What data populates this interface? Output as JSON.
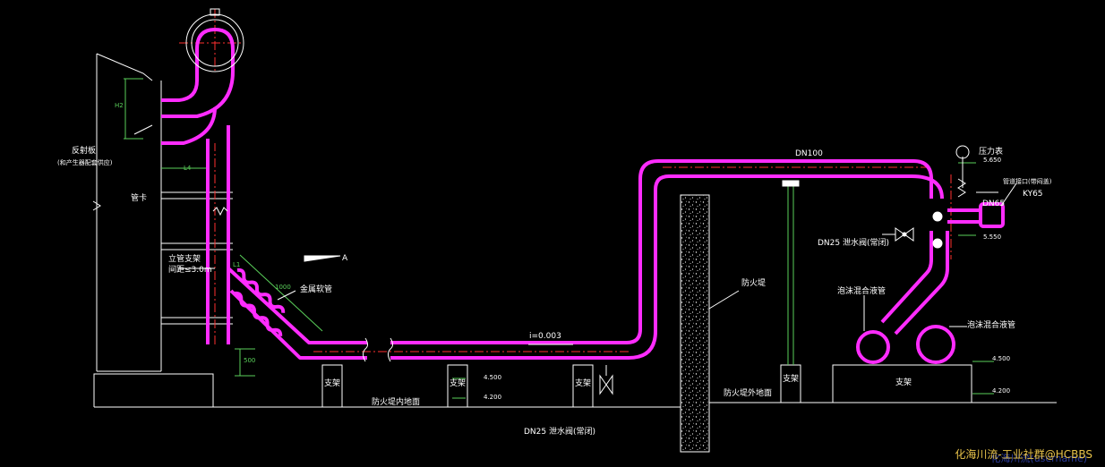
{
  "labels": {
    "dn100": "DN100",
    "pressure_gauge": "压力表",
    "elev_5650": "5.650",
    "elev_5550": "5.550",
    "flange": "管道接口(带闷盖)",
    "dn65": "DN65",
    "ky65": "KY65",
    "dn25_valve_top": "DN25 泄水阀(常闭)",
    "support_top_left": "反射板",
    "support_top_left_sub": "(和产生器配套供应)",
    "pipe_clamp": "管卡",
    "riser_support": "立管支架",
    "spacing": "间距≤3.0m",
    "arrow_a": "A",
    "corrugated": "金属软管",
    "fire_wall": "防火堤",
    "slope": "i=0.003",
    "support_1": "支架",
    "support_2": "支架",
    "support_3": "支架",
    "support_4": "支架",
    "support_5": "支架",
    "elev_4500": "4.500",
    "elev_4200": "4.200",
    "elev_4500_r": "4.500",
    "elev_4200_r": "4.200",
    "tank_ground": "防火堤内地面",
    "outside_ground": "防火堤外地面",
    "dn25_valve_bottom": "DN25 泄水阀(常闭)",
    "foam_pipe_1": "泡沫混合液管",
    "foam_pipe_2": "泡沫混合液管",
    "dim_h2": "H2",
    "dim_l4": "L4",
    "dim_500": "500",
    "dim_1000": "1000",
    "dim_l1": "L1"
  },
  "watermark": "化海川流-工业社群@HCBBS",
  "watermark_sub": "化海川流(username)",
  "colors": {
    "background": "#000000",
    "pipe": "#ff2cff",
    "centerline": "#ff3030",
    "line": "#ffffff",
    "dimension": "#5ad05a",
    "concrete": "#ffffff",
    "watermark": "#e8c34a"
  }
}
